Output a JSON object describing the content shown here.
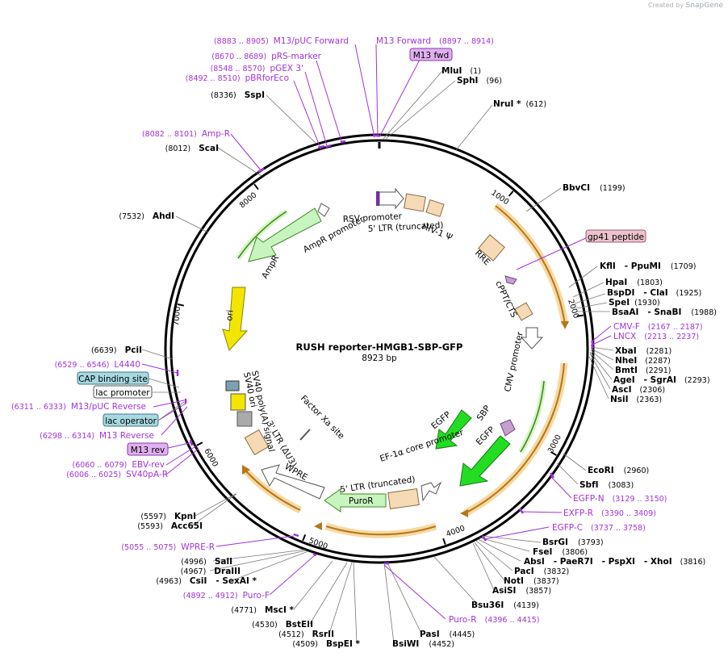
{
  "watermark": {
    "prefix": "Created by",
    "brand": "SnapGene"
  },
  "map": {
    "title": "RUSH reporter-HMGB1-SBP-GFP",
    "size": "8923 bp"
  },
  "ticks": [
    "1000",
    "2000",
    "3000",
    "4000",
    "5000",
    "6000",
    "7000",
    "8000"
  ],
  "primers": [
    {
      "range": "(8883 .. 8905)",
      "name": "M13/pUC Forward"
    },
    {
      "name": "M13 Forward",
      "range": "(8897 .. 8914)"
    },
    {
      "range": "(8670 .. 8689)",
      "name": "pRS-marker"
    },
    {
      "range": "(8548 .. 8570)",
      "name": "pGEX 3'"
    },
    {
      "range": "(8492 .. 8510)",
      "name": "pBRforEco"
    },
    {
      "range": "(8082 .. 8101)",
      "name": "Amp-R"
    },
    {
      "range": "(6529 .. 6546)",
      "name": "L4440"
    },
    {
      "range": "(6311 .. 6333)",
      "name": "M13/pUC Reverse"
    },
    {
      "range": "(6298 .. 6314)",
      "name": "M13 Reverse"
    },
    {
      "range": "(6060 .. 6079)",
      "name": "EBV-rev"
    },
    {
      "range": "(6006 .. 6025)",
      "name": "SV40pA-R"
    },
    {
      "range": "(5055 .. 5075)",
      "name": "WPRE-R"
    },
    {
      "range": "(4892 .. 4912)",
      "name": "Puro-F"
    },
    {
      "name": "Puro-R",
      "range": "(4396 .. 4415)"
    },
    {
      "name": "CMV-F",
      "range": "(2167 .. 2187)"
    },
    {
      "name": "LNCX",
      "range": "(2213 .. 2237)"
    },
    {
      "name": "EGFP-N",
      "range": "(3129 .. 3150)"
    },
    {
      "name": "EXFP-R",
      "range": "(3390 .. 3409)"
    },
    {
      "name": "EGFP-C",
      "range": "(3737 .. 3758)"
    }
  ],
  "boxed_labels": [
    "M13 fwd",
    "gp41 peptide",
    "CAP binding site",
    "lac promoter",
    "lac operator",
    "M13 rev"
  ],
  "sites": [
    {
      "name": "MluI",
      "pos": "(1)"
    },
    {
      "name": "SphI",
      "pos": "(96)"
    },
    {
      "name": "NruI *",
      "pos": "(612)"
    },
    {
      "name": "BbvCI",
      "pos": "(1199)"
    },
    {
      "name": "KflI   - PpuMI",
      "pos": "(1709)"
    },
    {
      "name": "HpaI",
      "pos": "(1803)"
    },
    {
      "name": "BspDI   - ClaI",
      "pos": "(1925)"
    },
    {
      "name": "SpeI",
      "pos": "(1930)"
    },
    {
      "name": "BsaAI   - SnaBI",
      "pos": "(1988)"
    },
    {
      "name": "XbaI",
      "pos": "(2281)"
    },
    {
      "name": "NheI",
      "pos": "(2287)"
    },
    {
      "name": "BmtI",
      "pos": "(2291)"
    },
    {
      "name": "AgeI   - SgrAI",
      "pos": "(2293)"
    },
    {
      "name": "AscI",
      "pos": "(2306)"
    },
    {
      "name": "NsiI",
      "pos": "(2363)"
    },
    {
      "name": "EcoRI",
      "pos": "(2960)"
    },
    {
      "name": "SbfI",
      "pos": "(3083)"
    },
    {
      "name": "BsrGI",
      "pos": "(3793)"
    },
    {
      "name": "FseI",
      "pos": "(3806)"
    },
    {
      "name": "AbsI   - PaeR7I   - PspXI   - XhoI",
      "pos": "(3816)"
    },
    {
      "name": "PacI",
      "pos": "(3832)"
    },
    {
      "name": "NotI",
      "pos": "(3837)"
    },
    {
      "name": "AsiSI",
      "pos": "(3857)"
    },
    {
      "name": "Bsu36I",
      "pos": "(4139)"
    },
    {
      "name": "PasI",
      "pos": "(4445)"
    },
    {
      "name": "BsiWI",
      "pos": "(4452)"
    },
    {
      "name": "SspI",
      "pos": "(8336)"
    },
    {
      "name": "ScaI",
      "pos": "(8012)"
    },
    {
      "name": "AhdI",
      "pos": "(7532)"
    },
    {
      "name": "PciI",
      "pos": "(6639)"
    },
    {
      "name": "KpnI",
      "pos": "(5597)"
    },
    {
      "name": "Acc65I",
      "pos": "(5593)"
    },
    {
      "name": "SalI",
      "pos": "(4996)"
    },
    {
      "name": "DraIII",
      "pos": "(4967)"
    },
    {
      "name": "CsiI   - SexAI *",
      "pos": "(4963)"
    },
    {
      "name": "MscI *",
      "pos": "(4771)"
    },
    {
      "name": "BstEII",
      "pos": "(4530)"
    },
    {
      "name": "RsrII",
      "pos": "(4512)"
    },
    {
      "name": "BspEI *",
      "pos": "(4509)"
    }
  ],
  "features": [
    "RSV promoter",
    "5' LTR (truncated)",
    "HIV-1 Ψ",
    "RRE",
    "cPPT/CTS",
    "CMV promoter",
    "SBP",
    "EGFP",
    "EGFP",
    "EF-1α core promoter",
    "5' LTR (truncated)",
    "PuroR",
    "WPRE",
    "3' LTR (ΔU3)",
    "SV40 poly(A) signal",
    "SV40 ori",
    "Factor Xa site",
    "ori",
    "AmpR",
    "AmpR promoter"
  ],
  "colors": {
    "primer": "#a233d6",
    "ring": "#000000",
    "orange_arc": "#e8a84a",
    "feature_fill": "#f6d9b5",
    "green": "#22dd22",
    "yellow": "#f2e600"
  }
}
